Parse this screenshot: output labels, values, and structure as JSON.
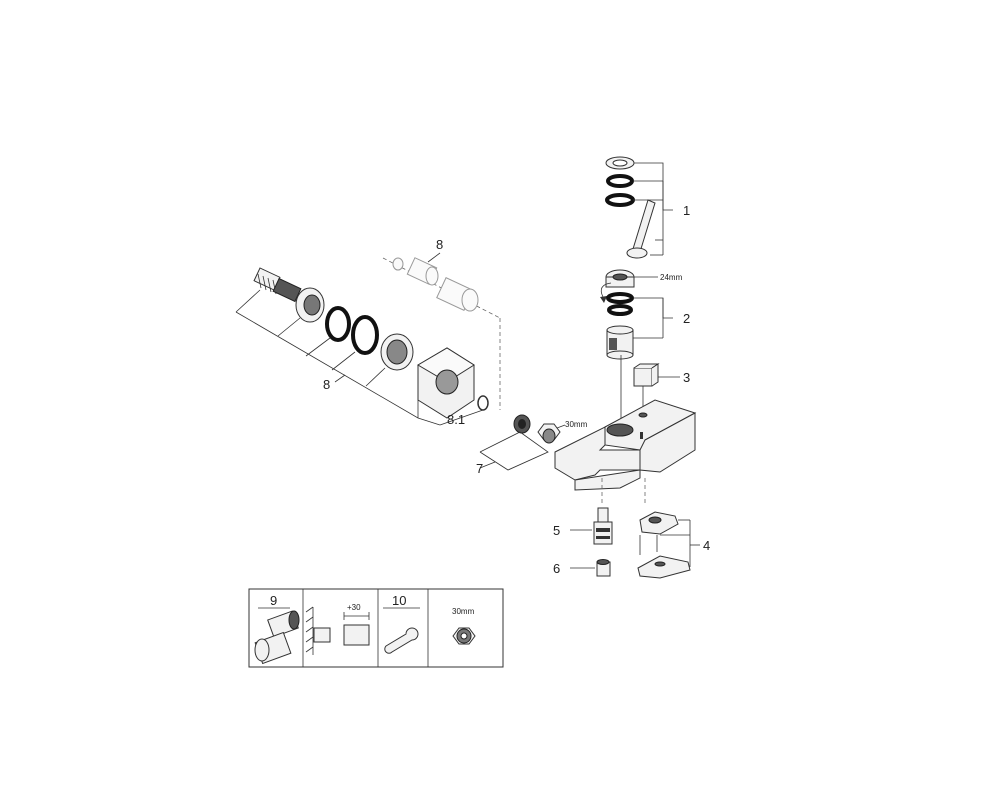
{
  "callouts": {
    "c1": "1",
    "c2": "2",
    "c3": "3",
    "c4": "4",
    "c5": "5",
    "c6": "6",
    "c7": "7",
    "c8_top": "8",
    "c8_left": "8",
    "c8_1": "8.1"
  },
  "dimensions": {
    "cartridge_nut": "24mm",
    "connector_nut": "30mm"
  },
  "tools_box": {
    "cell1_number": "9",
    "cell2_extension": "+30",
    "cell3_number": "10",
    "cell4_size": "30mm"
  }
}
